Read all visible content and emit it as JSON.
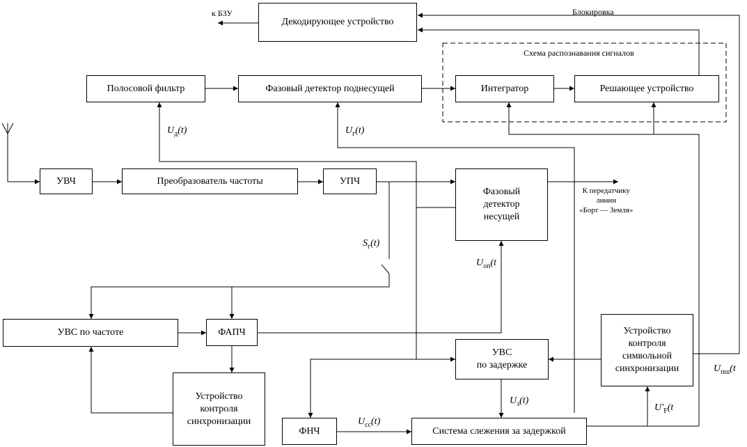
{
  "blocks": {
    "decoder": "Декодирующее устройство",
    "bandpass": "Полосовой фильтр",
    "subcarrier_detector": "Фазовый детектор поднесущей",
    "integrator": "Интегратор",
    "decision": "Решающее устройство",
    "rf_amp": "УВЧ",
    "freq_converter": "Преобразователь частоты",
    "if_amp": "УПЧ",
    "carrier_detector": "Фазовый\nдетектор\nнесущей",
    "freq_search": "УВС по частоте",
    "pll": "ФАПЧ",
    "sync_control": "Устройство\nконтроля\nсинхронизации",
    "delay_search": "УВС\nпо задержке",
    "symbol_sync": "Устройство\nконтроля\nсимвольной\nсинхронизации",
    "lpf": "ФНЧ",
    "delay_tracking": "Система слежения за задержкой"
  },
  "labels": {
    "to_bzu": "к БЗУ",
    "blocking": "Блокировка",
    "recognition_scheme": "Схема распознавания сигналов",
    "to_transmitter": "К передатчику\nлинии\n«Борт — Земля»"
  },
  "signals": {
    "ud": {
      "main": "U",
      "sub": "д",
      "arg": "(t)"
    },
    "ug": {
      "main": "U",
      "sub": "г",
      "arg": "(t)"
    },
    "sg": {
      "main": "S",
      "sub": "г",
      "arg": "(t)"
    },
    "uop": {
      "main": "U",
      "sub": "оп",
      "arg": "(t"
    },
    "upsh": {
      "main": "U",
      "sub": "пш",
      "arg": "(t"
    },
    "uz": {
      "main": "U",
      "sub": "з",
      "arg": "(t)"
    },
    "ucc": {
      "main": "U",
      "sub": "сс",
      "arg": "(t)"
    },
    "uf": {
      "main": "U′",
      "sub": "F",
      "arg": "(t"
    }
  }
}
